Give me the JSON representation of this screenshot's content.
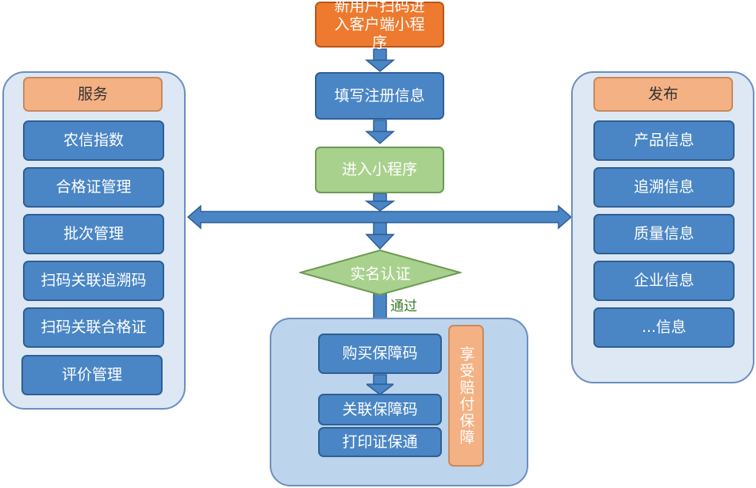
{
  "flow": {
    "start": "新用户扫码进入客户端小程序",
    "register": "填写注册信息",
    "enter": "进入小程序",
    "verify": "实名认证",
    "pass_label": "通过"
  },
  "service": {
    "title": "服务",
    "items": [
      "农信指数",
      "合格证管理",
      "批次管理",
      "扫码关联追溯码",
      "扫码关联合格证",
      "评价管理"
    ]
  },
  "publish": {
    "title": "发布",
    "items": [
      "产品信息",
      "追溯信息",
      "质量信息",
      "企业信息",
      "...信息"
    ]
  },
  "guarantee": {
    "buy": "购买保障码",
    "link": "关联保障码",
    "print": "打印证保通",
    "benefit": "享受赔付保障"
  },
  "colors": {
    "panel_fill": "#dde8f4",
    "box_blue": "#4a86c5",
    "box_orange": "#ee7a2f",
    "box_peach": "#f4b183",
    "box_green": "#a9d18e",
    "arrow": "#4a86c5"
  }
}
